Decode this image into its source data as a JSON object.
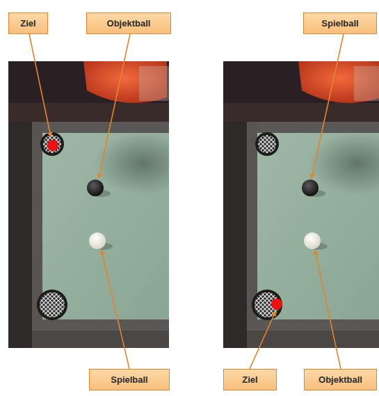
{
  "diagram": {
    "nodes": [
      {
        "text": [
          "Ziel"
        ]
      },
      {
        "text": [
          "Objektball"
        ]
      },
      {
        "text": [
          "Spielball"
        ]
      },
      {
        "text": [
          "Spielball"
        ]
      },
      {
        "text": [
          "Ziel"
        ]
      },
      {
        "text": [
          "Objektball"
        ]
      }
    ]
  }
}
